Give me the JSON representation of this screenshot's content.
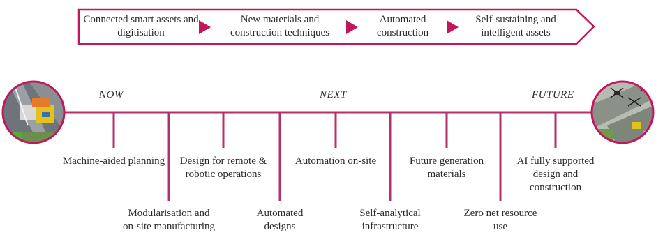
{
  "colors": {
    "accent": "#c2185b",
    "line": "#b4306b",
    "text": "#2a2a2a"
  },
  "banner": {
    "stages": [
      "Connected smart assets and digitisation",
      "New materials and construction techniques",
      "Automated construction",
      "Self-sustaining and intelligent assets"
    ]
  },
  "timeline": {
    "eras": [
      "NOW",
      "NEXT",
      "FUTURE"
    ],
    "left_image": "highway-construction-photo",
    "right_image": "drone-construction-site-photo",
    "milestones_up": [
      "Machine-aided planning",
      "Design for remote & robotic operations",
      "Automation on-site",
      "Future generation materials",
      "AI fully supported design and construction"
    ],
    "milestones_down": [
      "Modularisation and on-site manufacturing",
      "Automated designs",
      "Self-analytical infrastructure",
      "Zero net resource use"
    ]
  }
}
